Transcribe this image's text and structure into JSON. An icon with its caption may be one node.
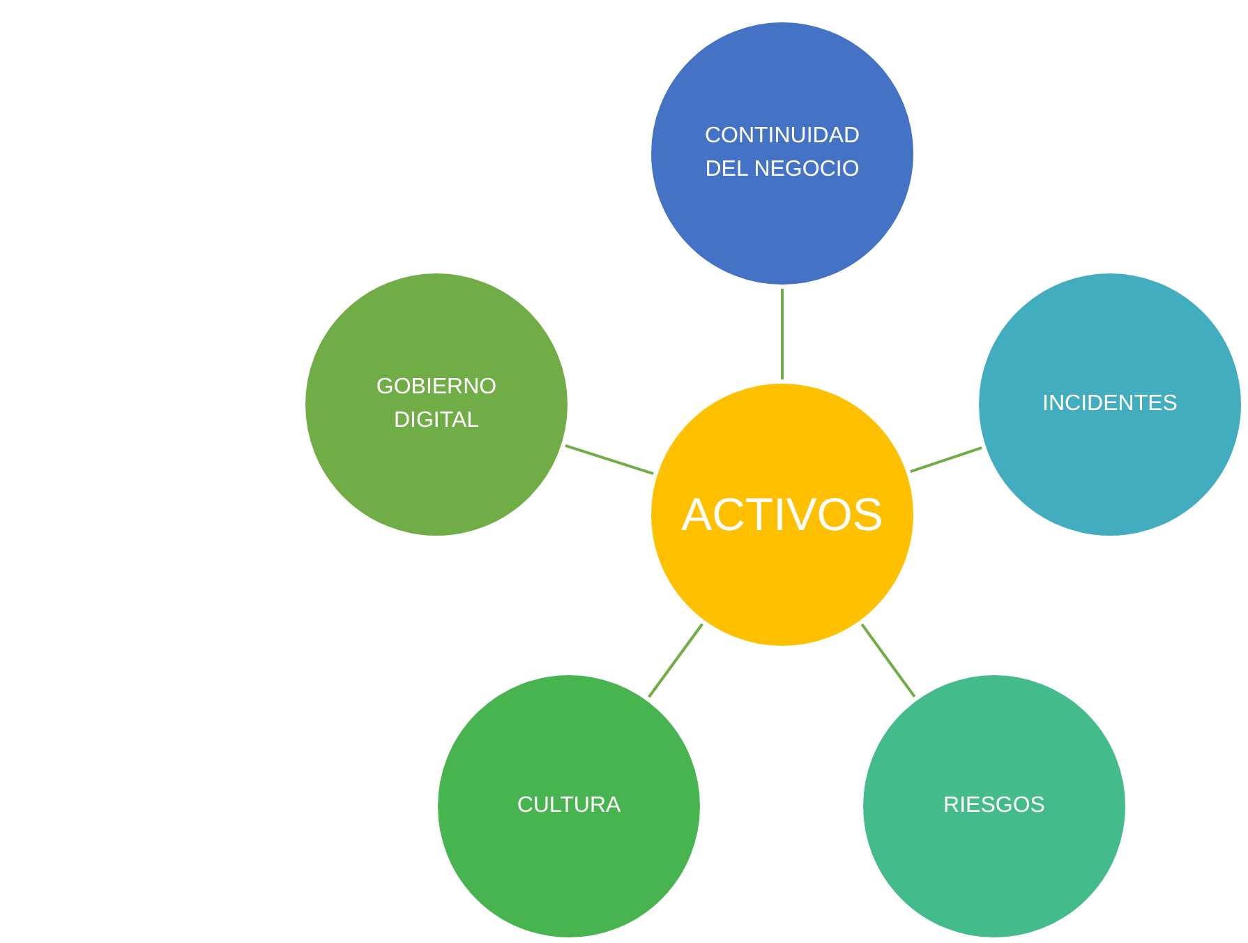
{
  "diagram": {
    "nodes": [
      {
        "text": [
          "ACTIVOS"
        ]
      },
      {
        "text": [
          "CONTINUIDAD DEL NEGOCIO"
        ]
      },
      {
        "text": [
          "INCIDENTES"
        ]
      },
      {
        "text": [
          "RIESGOS"
        ]
      },
      {
        "text": [
          "CULTURA"
        ]
      },
      {
        "text": [
          "GOBIERNO DIGITAL"
        ]
      }
    ],
    "edges": [
      {
        "from": 0,
        "to": 1,
        "arrow": "none"
      },
      {
        "from": 0,
        "to": 2,
        "arrow": "none"
      },
      {
        "from": 0,
        "to": 3,
        "arrow": "none"
      },
      {
        "from": 0,
        "to": 4,
        "arrow": "none"
      },
      {
        "from": 0,
        "to": 5,
        "arrow": "none"
      }
    ]
  }
}
